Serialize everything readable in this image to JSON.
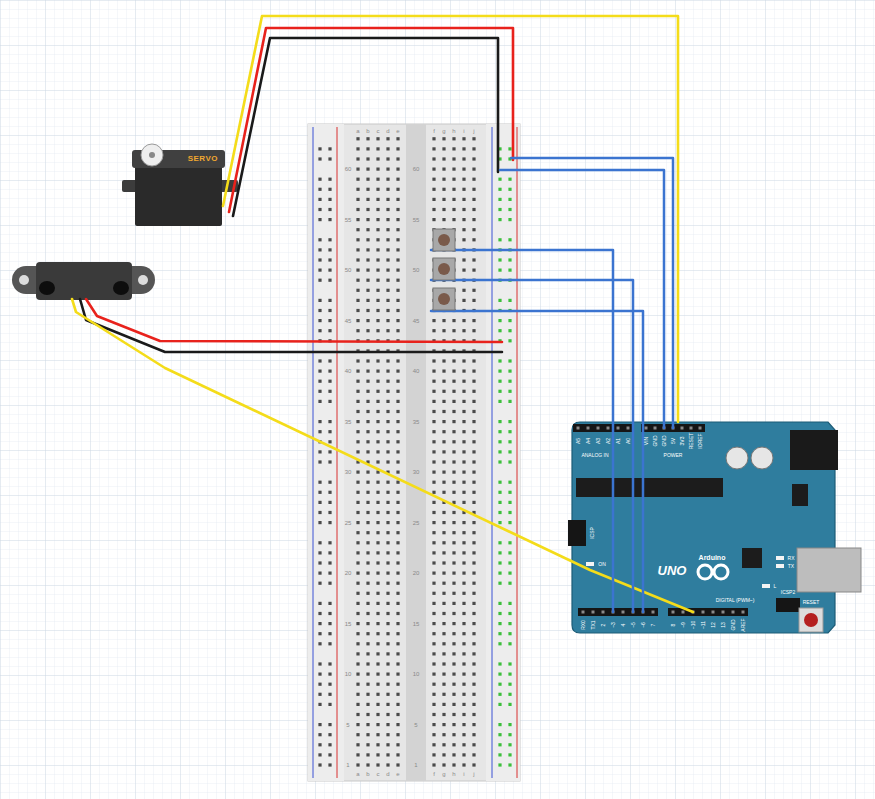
{
  "diagram": {
    "nodes": [
      {
        "text": [
          "SERVO"
        ]
      },
      {
        "text": [
          "UNO",
          "Arduino"
        ]
      }
    ],
    "edges": [
      {
        "from": 0,
        "to": 1,
        "arrow": "none"
      }
    ],
    "labels": [
      "60",
      "55",
      "50",
      "45",
      "40",
      "35",
      "30",
      "25",
      "20",
      "15",
      "10",
      "5",
      "1",
      "60",
      "55",
      "50",
      "45",
      "40",
      "35",
      "30",
      "25",
      "20",
      "15",
      "10",
      "5",
      "1",
      "a",
      "b",
      "c",
      "d",
      "e",
      "f",
      "g",
      "h",
      "i",
      "j",
      "a",
      "b",
      "c",
      "d",
      "e",
      "f",
      "g",
      "h",
      "i",
      "j",
      "A5",
      "A4",
      "A3",
      "A2",
      "A1",
      "A0",
      "ANALOG IN",
      "VIN",
      "GND",
      "GND",
      "5V",
      "3V3",
      "RESET",
      "IOREF",
      "POWER",
      "RX0",
      "TX1",
      "2",
      "~3",
      "4",
      "~5",
      "~6",
      "7",
      "8",
      "~9",
      "~10",
      "~11",
      "12",
      "13",
      "GND",
      "AREF",
      "DIGITAL (PWM~)",
      "ICSP",
      "ICSP2",
      "RESET",
      "ON",
      "RX",
      "TX",
      "L"
    ]
  }
}
